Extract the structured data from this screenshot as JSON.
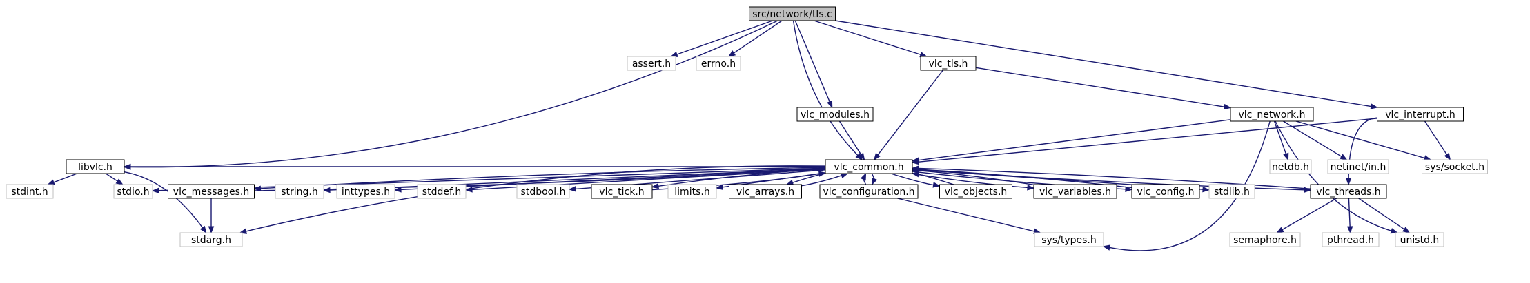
{
  "colors": {
    "edge": "#191970",
    "root_fill": "#bfbfbf",
    "root_border": "#000000",
    "internal_border": "#000000",
    "external_border": "#bfbfbf",
    "background": "#ffffff"
  },
  "nodes": {
    "tls_c": {
      "label": "src/network/tls.c",
      "kind": "root"
    },
    "assert_h": {
      "label": "assert.h",
      "kind": "external"
    },
    "errno_h": {
      "label": "errno.h",
      "kind": "external"
    },
    "vlc_tls_h": {
      "label": "vlc_tls.h",
      "kind": "internal"
    },
    "vlc_modules_h": {
      "label": "vlc_modules.h",
      "kind": "internal"
    },
    "vlc_network_h": {
      "label": "vlc_network.h",
      "kind": "internal"
    },
    "vlc_interrupt_h": {
      "label": "vlc_interrupt.h",
      "kind": "internal"
    },
    "libvlc_h": {
      "label": "libvlc.h",
      "kind": "internal"
    },
    "vlc_common_h": {
      "label": "vlc_common.h",
      "kind": "internal"
    },
    "netdb_h": {
      "label": "netdb.h",
      "kind": "external"
    },
    "netinet_in_h": {
      "label": "netinet/in.h",
      "kind": "external"
    },
    "sys_socket_h": {
      "label": "sys/socket.h",
      "kind": "external"
    },
    "stdint_h": {
      "label": "stdint.h",
      "kind": "external"
    },
    "stdio_h": {
      "label": "stdio.h",
      "kind": "external"
    },
    "vlc_messages_h": {
      "label": "vlc_messages.h",
      "kind": "internal"
    },
    "string_h": {
      "label": "string.h",
      "kind": "external"
    },
    "inttypes_h": {
      "label": "inttypes.h",
      "kind": "external"
    },
    "stddef_h": {
      "label": "stddef.h",
      "kind": "external"
    },
    "stdbool_h": {
      "label": "stdbool.h",
      "kind": "external"
    },
    "vlc_tick_h": {
      "label": "vlc_tick.h",
      "kind": "internal"
    },
    "limits_h": {
      "label": "limits.h",
      "kind": "external"
    },
    "vlc_arrays_h": {
      "label": "vlc_arrays.h",
      "kind": "internal"
    },
    "vlc_configuration_h": {
      "label": "vlc_configuration.h",
      "kind": "internal"
    },
    "vlc_objects_h": {
      "label": "vlc_objects.h",
      "kind": "internal"
    },
    "vlc_variables_h": {
      "label": "vlc_variables.h",
      "kind": "internal"
    },
    "vlc_config_h": {
      "label": "vlc_config.h",
      "kind": "internal"
    },
    "stdlib_h": {
      "label": "stdlib.h",
      "kind": "external"
    },
    "vlc_threads_h": {
      "label": "vlc_threads.h",
      "kind": "internal"
    },
    "stdarg_h": {
      "label": "stdarg.h",
      "kind": "external"
    },
    "sys_types_h": {
      "label": "sys/types.h",
      "kind": "external"
    },
    "semaphore_h": {
      "label": "semaphore.h",
      "kind": "external"
    },
    "pthread_h": {
      "label": "pthread.h",
      "kind": "external"
    },
    "unistd_h": {
      "label": "unistd.h",
      "kind": "external"
    }
  },
  "edges": [
    [
      "tls_c",
      "assert_h"
    ],
    [
      "tls_c",
      "errno_h"
    ],
    [
      "tls_c",
      "vlc_tls_h"
    ],
    [
      "tls_c",
      "vlc_modules_h"
    ],
    [
      "tls_c",
      "vlc_common_h"
    ],
    [
      "tls_c",
      "libvlc_h"
    ],
    [
      "tls_c",
      "vlc_interrupt_h"
    ],
    [
      "vlc_tls_h",
      "vlc_network_h"
    ],
    [
      "vlc_tls_h",
      "vlc_common_h"
    ],
    [
      "vlc_modules_h",
      "vlc_common_h"
    ],
    [
      "vlc_network_h",
      "vlc_common_h"
    ],
    [
      "vlc_network_h",
      "netdb_h"
    ],
    [
      "vlc_network_h",
      "netinet_in_h"
    ],
    [
      "vlc_network_h",
      "sys_socket_h"
    ],
    [
      "vlc_network_h",
      "unistd_h"
    ],
    [
      "vlc_network_h",
      "sys_types_h"
    ],
    [
      "vlc_interrupt_h",
      "vlc_common_h"
    ],
    [
      "vlc_interrupt_h",
      "sys_socket_h"
    ],
    [
      "vlc_interrupt_h",
      "vlc_threads_h"
    ],
    [
      "libvlc_h",
      "stdint_h"
    ],
    [
      "libvlc_h",
      "stdio_h"
    ],
    [
      "libvlc_h",
      "stdarg_h"
    ],
    [
      "vlc_common_h",
      "libvlc_h"
    ],
    [
      "vlc_common_h",
      "stdio_h"
    ],
    [
      "vlc_common_h",
      "vlc_messages_h"
    ],
    [
      "vlc_common_h",
      "string_h"
    ],
    [
      "vlc_common_h",
      "inttypes_h"
    ],
    [
      "vlc_common_h",
      "stddef_h"
    ],
    [
      "vlc_common_h",
      "stdarg_h"
    ],
    [
      "vlc_common_h",
      "stdbool_h"
    ],
    [
      "vlc_common_h",
      "vlc_tick_h"
    ],
    [
      "vlc_common_h",
      "limits_h"
    ],
    [
      "vlc_common_h",
      "vlc_arrays_h"
    ],
    [
      "vlc_common_h",
      "vlc_configuration_h"
    ],
    [
      "vlc_common_h",
      "vlc_objects_h"
    ],
    [
      "vlc_common_h",
      "vlc_variables_h"
    ],
    [
      "vlc_common_h",
      "vlc_config_h"
    ],
    [
      "vlc_common_h",
      "stdlib_h"
    ],
    [
      "vlc_common_h",
      "vlc_threads_h"
    ],
    [
      "vlc_messages_h",
      "vlc_common_h"
    ],
    [
      "vlc_messages_h",
      "stdarg_h"
    ],
    [
      "vlc_tick_h",
      "vlc_common_h"
    ],
    [
      "vlc_arrays_h",
      "vlc_common_h"
    ],
    [
      "vlc_configuration_h",
      "vlc_common_h"
    ],
    [
      "vlc_configuration_h",
      "sys_types_h"
    ],
    [
      "vlc_objects_h",
      "vlc_common_h"
    ],
    [
      "vlc_variables_h",
      "vlc_common_h"
    ],
    [
      "vlc_config_h",
      "vlc_common_h"
    ],
    [
      "vlc_threads_h",
      "vlc_common_h"
    ],
    [
      "vlc_threads_h",
      "semaphore_h"
    ],
    [
      "vlc_threads_h",
      "pthread_h"
    ],
    [
      "vlc_threads_h",
      "unistd_h"
    ]
  ]
}
